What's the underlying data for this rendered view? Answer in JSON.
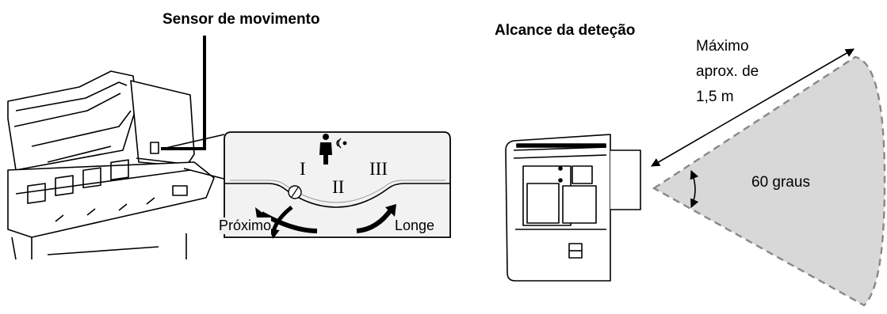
{
  "left_panel": {
    "title": "Sensor de movimento",
    "dial": {
      "position_1": "I",
      "position_2": "II",
      "position_3": "III",
      "near_label": "Próximo",
      "far_label": "Longe"
    }
  },
  "right_panel": {
    "title": "Alcance da deteção",
    "max_range_line1": "Máximo",
    "max_range_line2": "aprox. de",
    "max_range_line3": "1,5 m",
    "angle_label": "60 graus"
  },
  "colors": {
    "ink": "#000000",
    "detection_area": "#d8d8d8",
    "panel": "#f2f2f2"
  }
}
